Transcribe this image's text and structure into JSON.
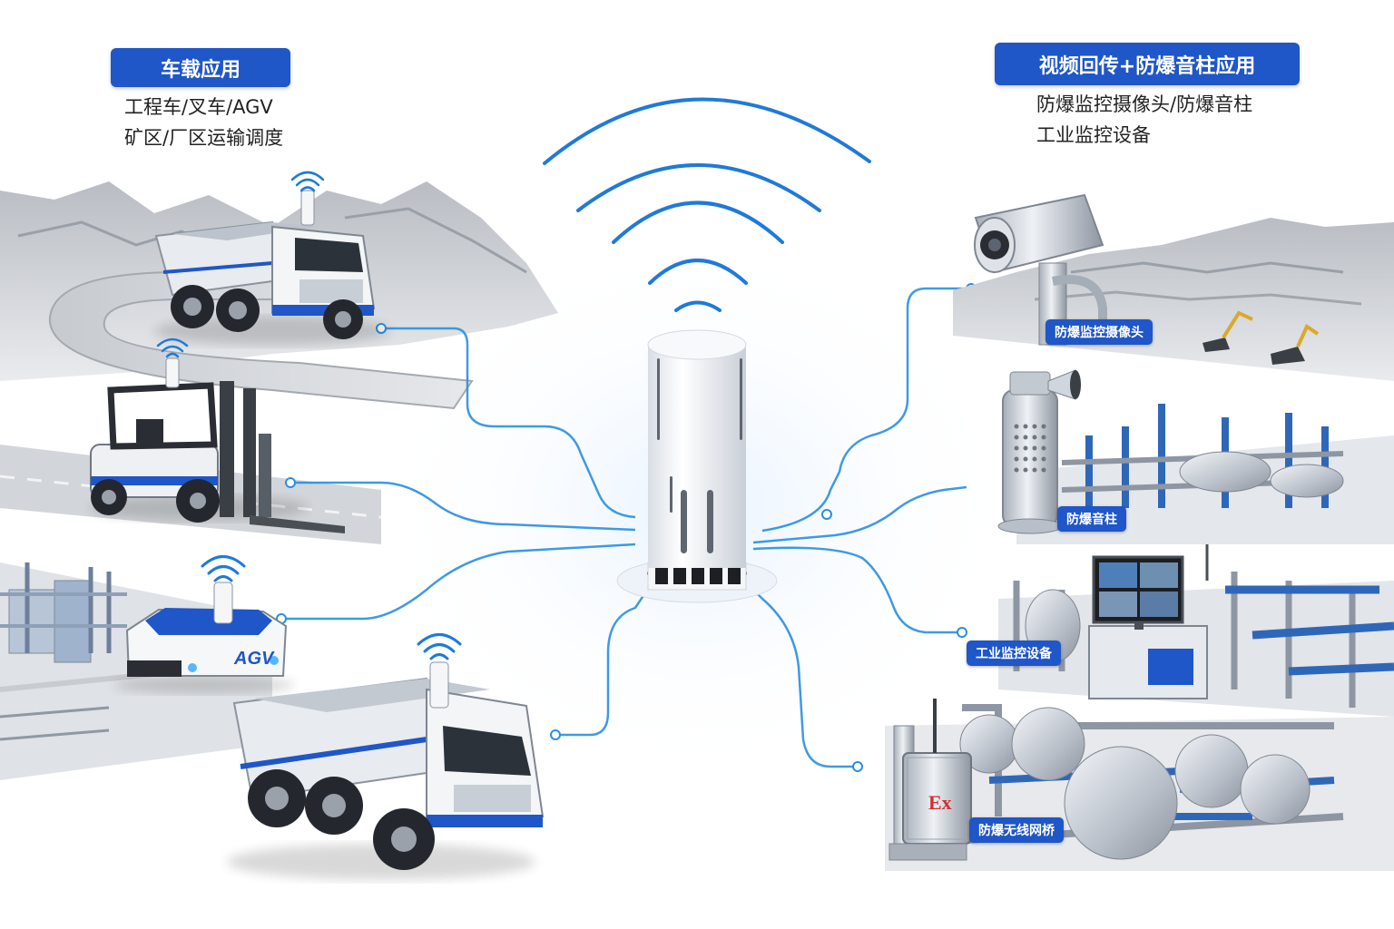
{
  "left_panel": {
    "title": "车载应用",
    "lines": [
      "工程车/叉车/AGV",
      "矿区/厂区运输调度"
    ]
  },
  "right_panel": {
    "title": "视频回传+防爆音柱应用",
    "lines": [
      "防爆监控摄像头/防爆音柱",
      "工业监控设备"
    ]
  },
  "right_labels": {
    "camera": "防爆监控摄像头",
    "speaker": "防爆音柱",
    "monitor": "工业监控设备",
    "bridge": "防爆无线网桥"
  },
  "agv_text": "AGV",
  "ex_text": "Ex",
  "colors": {
    "accent": "#1f56c8",
    "link": "#2a8fe0",
    "glow": "#57b7ff",
    "signal": "#1f7ad8"
  }
}
